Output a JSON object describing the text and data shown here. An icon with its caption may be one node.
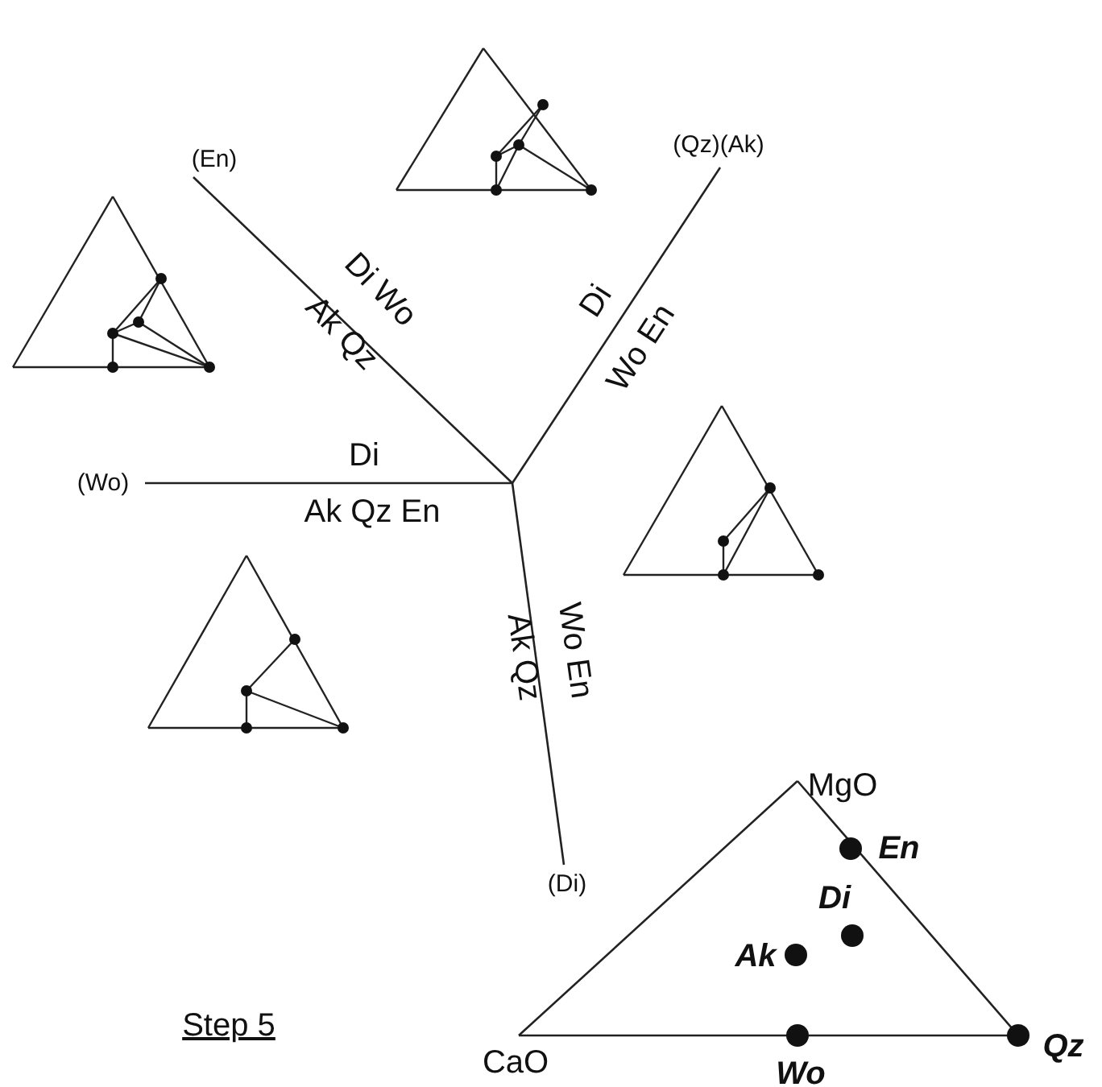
{
  "diagram": {
    "labels": [
      "(En)",
      "(Qz)(Ak)",
      "Di Wo",
      "Ak Qz",
      "Di",
      "Wo En",
      "(Wo)",
      "Di",
      "Ak Qz En",
      "Wo En",
      "Ak Qz",
      "(Di)",
      "MgO",
      "En",
      "Di",
      "Ak",
      "Step 5",
      "CaO",
      "Wo",
      "Qz"
    ]
  }
}
